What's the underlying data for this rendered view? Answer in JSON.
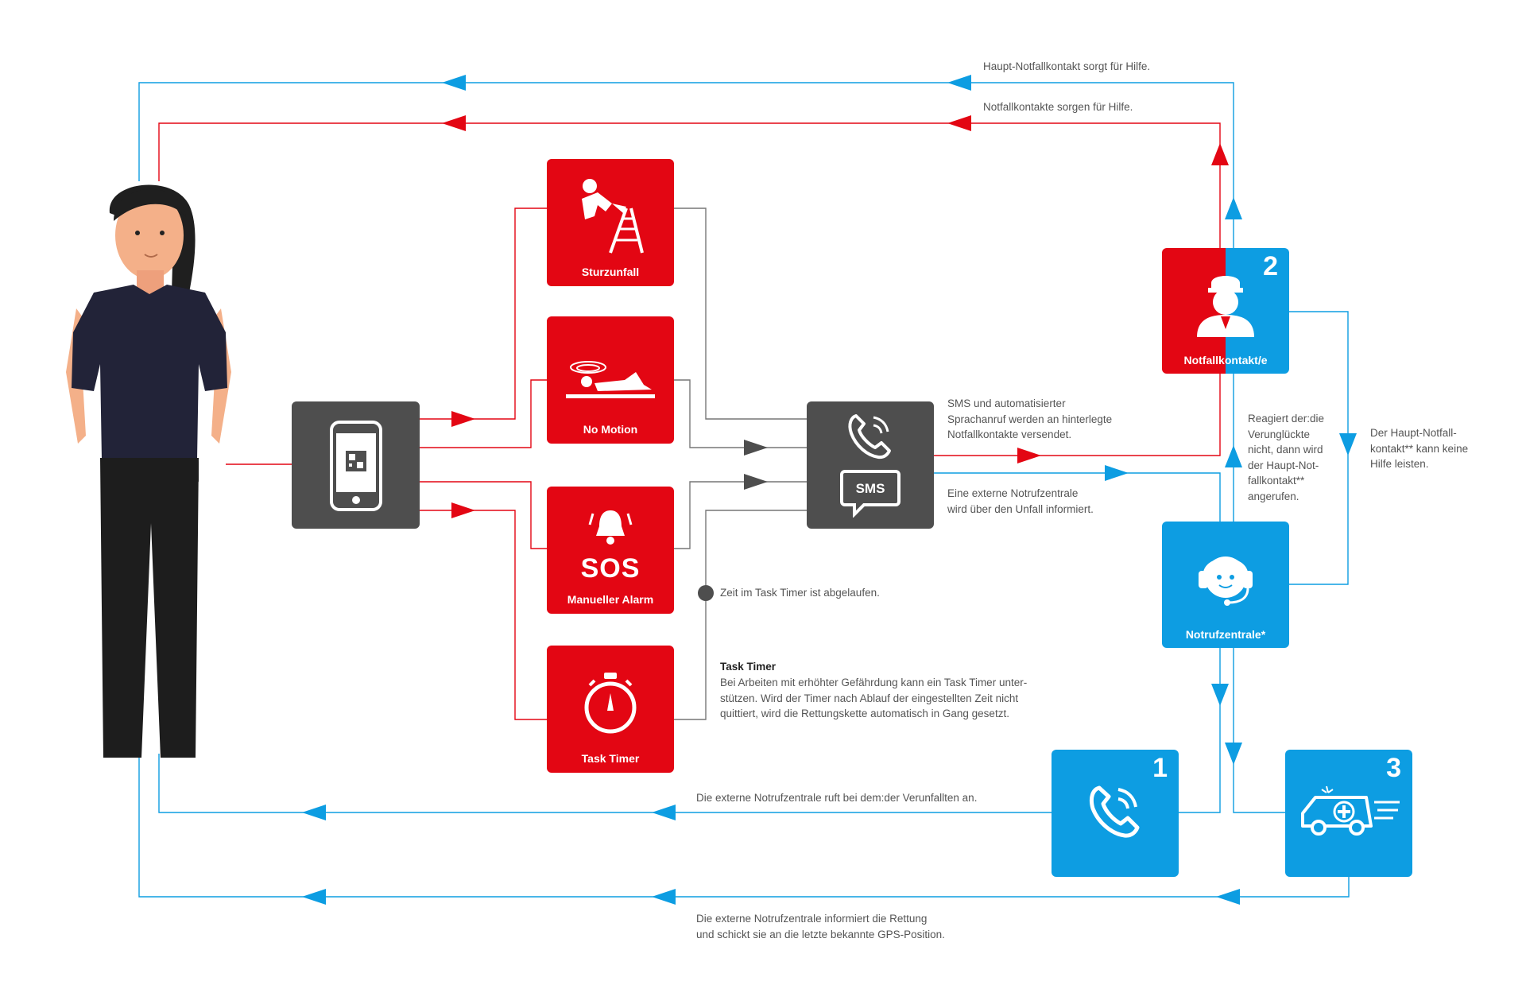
{
  "colors": {
    "red": "#e30613",
    "blue": "#0d9de2",
    "dark": "#4e4e4e",
    "text": "#555555"
  },
  "nodes": {
    "person": {
      "icon": "person-icon"
    },
    "phone": {
      "icon": "smartphone-qr-icon"
    },
    "sturzunfall": {
      "label": "Sturzunfall",
      "icon": "falling-ladder-icon"
    },
    "no_motion": {
      "label": "No Motion",
      "icon": "lying-person-icon"
    },
    "sos": {
      "label": "Manueller Alarm",
      "big_text": "SOS",
      "icon": "alarm-bell-icon"
    },
    "task_timer": {
      "label": "Task Timer",
      "icon": "stopwatch-icon"
    },
    "sms_call": {
      "label": "SMS",
      "icon": "phone-call-icon"
    },
    "notfallkontakt": {
      "label": "Notfallkontakt/e",
      "number": "2",
      "icon": "contact-person-icon"
    },
    "notrufzentrale": {
      "label": "Notrufzentrale*",
      "icon": "headset-operator-icon"
    },
    "call_back": {
      "number": "1",
      "icon": "phone-icon"
    },
    "ambulance": {
      "number": "3",
      "icon": "ambulance-icon"
    }
  },
  "annotations": {
    "haupt_hilfe": "Haupt-Notfallkontakt sorgt für Hilfe.",
    "kontakte_hilfe": "Notfallkontakte sorgen für Hilfe.",
    "sms_info": "SMS und automatisierter\nSprachanruf werden an hinterlegte\nNotfallkontakte versendet.",
    "extern_info": "Eine externe Notrufzentrale\nwird über den Unfall informiert.",
    "reagiert": "Reagiert der:die\nVerunglückte\nnicht, dann wird\nder Haupt-Not-\nfallkontakt**\nangerufen.",
    "haupt_keine": "Der Haupt-Notfall-\nkontakt** kann keine\nHilfe leisten.",
    "timer_abgelaufen": "Zeit im Task Timer ist abgelaufen.",
    "task_timer_title": "Task Timer",
    "task_timer_body": "Bei Arbeiten mit erhöhter Gefährdung kann ein Task Timer unter-\nstützen. Wird der Timer nach Ablauf der eingestellten Zeit nicht\nquittiert, wird die Rettungskette automatisch in Gang gesetzt.",
    "ruft_an": "Die externe Notrufzentrale ruft bei dem:der Verunfallten an.",
    "rettung": "Die externe Notrufzentrale informiert die Rettung\nund schickt sie an die letzte bekannte GPS-Position."
  }
}
